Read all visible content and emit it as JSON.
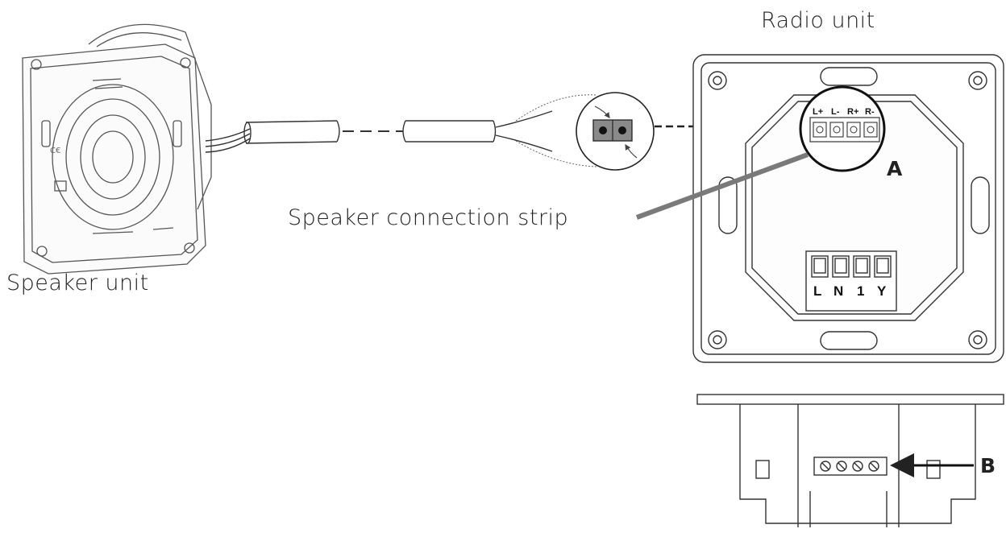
{
  "labels": {
    "radio_unit": "Radio unit",
    "speaker_unit": "Speaker unit",
    "connection_strip": "Speaker connection strip",
    "callout_a": "A",
    "callout_b": "B"
  },
  "speaker_terminals": [
    "L+",
    "L-",
    "R+",
    "R-"
  ],
  "power_terminals": [
    "L",
    "N",
    "1",
    "Y"
  ],
  "colors": {
    "line": "#222222",
    "pointer": "#7a7a7a",
    "strip_fill": "#8a8a8a"
  }
}
